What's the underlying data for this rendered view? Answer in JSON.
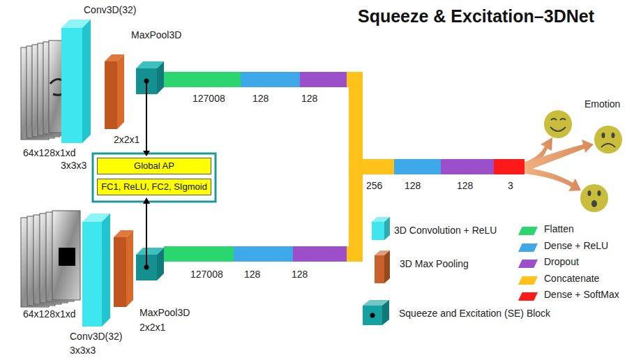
{
  "diagram": {
    "title": "Squeeze & Excitation–3DNet",
    "nodes": [
      {
        "text": [
          "Global AP"
        ]
      },
      {
        "text": [
          "FC1, ReLU, FC2, SIgmoid"
        ]
      }
    ],
    "labels": [
      "Conv3D(32)",
      "MaxPool3D",
      "64x128x1xd",
      "3x3x3",
      "2x2x1",
      "127008",
      "128",
      "128",
      "Emotion",
      "256",
      "128",
      "128",
      "3",
      "64x128x1xd",
      "MaxPool3D",
      "2x2x1",
      "127008",
      "128",
      "128",
      "Conv3D(32)",
      "3x3x3"
    ],
    "legend": [
      {
        "text": "3D Convolution + ReLU",
        "color": "#3ee6ee"
      },
      {
        "text": "3D Max Pooling",
        "color": "#c8602a"
      },
      {
        "text": "Squeeze and Excitation (SE) Block",
        "color": "#17a0a0"
      },
      {
        "text": "Flatten",
        "color": "#2bd66f"
      },
      {
        "text": "Dense + ReLU",
        "color": "#3fa8e8"
      },
      {
        "text": "Dropout",
        "color": "#9b4fc8"
      },
      {
        "text": "Concatenate",
        "color": "#ffc21a"
      },
      {
        "text": "Dense + SoftMax",
        "color": "#ff1a1a"
      }
    ]
  }
}
